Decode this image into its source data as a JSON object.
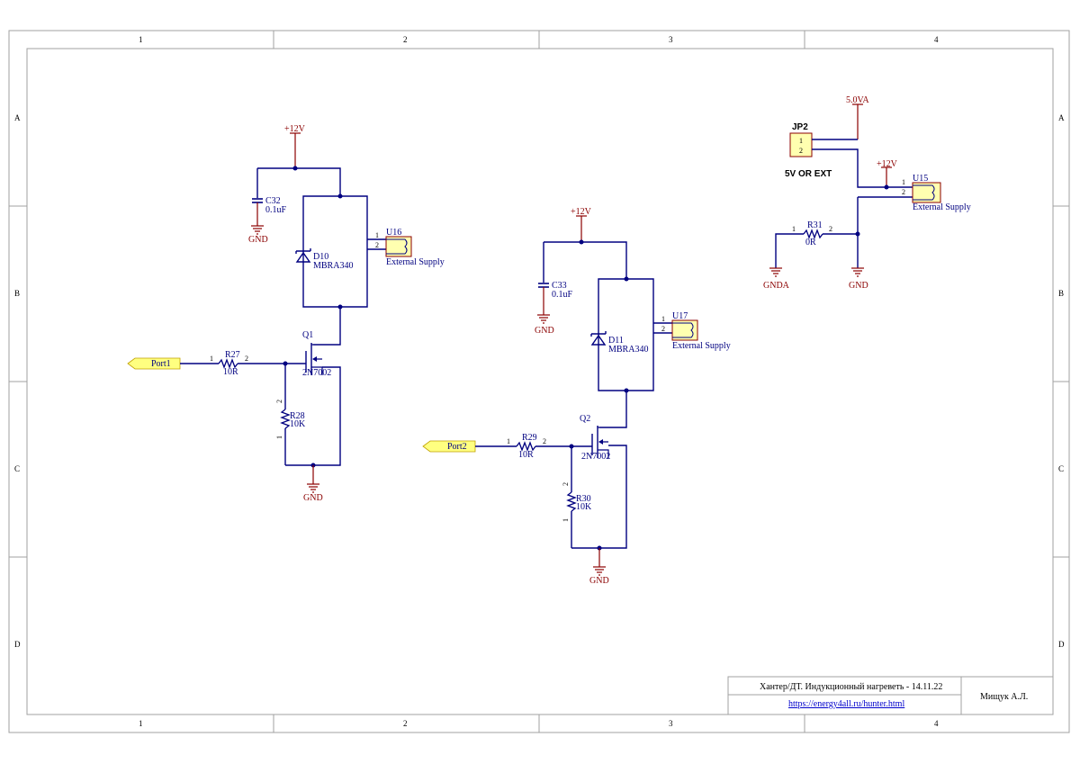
{
  "frame": {
    "columns": [
      "1",
      "2",
      "3",
      "4"
    ],
    "rows": [
      "A",
      "B",
      "C",
      "D"
    ]
  },
  "title_block": {
    "title": "Хантер/ДТ. Индукционный нагреветь - 14.11.22",
    "link": "https://energy4all.ru/hunter.html",
    "author": "Мищук А.Л."
  },
  "power": {
    "p12v_1": "+12V",
    "p12v_2": "+12V",
    "p12v_3": "+12V",
    "p5v": "5.0VA",
    "gnd_c32": "GND",
    "gnd_c33": "GND",
    "gnd_q1": "GND",
    "gnd_q2": "GND",
    "gnd_u15": "GND",
    "gnda": "GNDA"
  },
  "ports": {
    "port1": "Port1",
    "port2": "Port2"
  },
  "components": {
    "c32": {
      "ref": "C32",
      "value": "0.1uF"
    },
    "c33": {
      "ref": "C33",
      "value": "0.1uF"
    },
    "d10": {
      "ref": "D10",
      "value": "MBRA340"
    },
    "d11": {
      "ref": "D11",
      "value": "MBRA340"
    },
    "u16": {
      "ref": "U16",
      "value": "External Supply"
    },
    "u17": {
      "ref": "U17",
      "value": "External Supply"
    },
    "u15": {
      "ref": "U15",
      "value": "External Supply"
    },
    "q1": {
      "ref": "Q1",
      "value": "2N7002"
    },
    "q2": {
      "ref": "Q2",
      "value": "2N7002"
    },
    "r27": {
      "ref": "R27",
      "value": "10R"
    },
    "r28": {
      "ref": "R28",
      "value": "10K"
    },
    "r29": {
      "ref": "R29",
      "value": "10R"
    },
    "r30": {
      "ref": "R30",
      "value": "10K"
    },
    "r31": {
      "ref": "R31",
      "value": "0R"
    },
    "jp2": {
      "ref": "JP2",
      "value": "5V OR EXT"
    }
  },
  "pins": {
    "one": "1",
    "two": "2"
  },
  "colors": {
    "wire": "#000080",
    "power": "#8b0000",
    "port_fill": "#ffff80",
    "connector_fill": "#ffffb0"
  }
}
